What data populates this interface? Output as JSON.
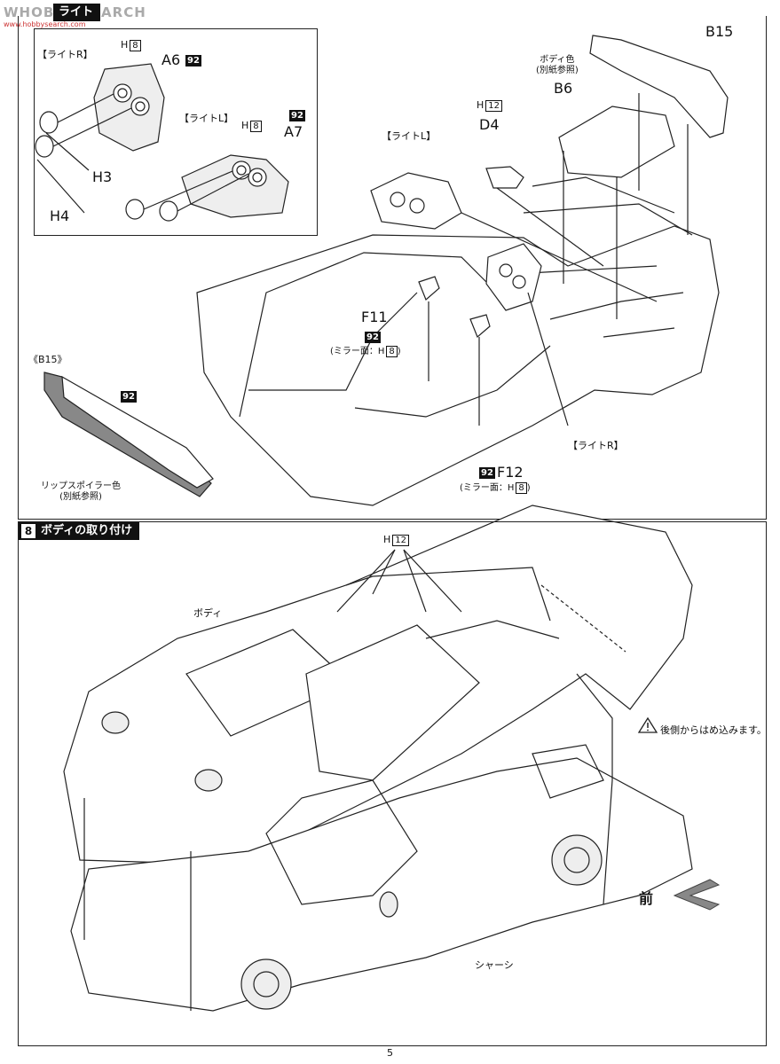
{
  "watermark": {
    "text": "WHOBBY SEARCH",
    "sub": "www.hobbysearch.com"
  },
  "section7": {
    "title_fragment": "ライト",
    "inset": {
      "light_r_label": "【ライトR】",
      "light_l_label": "【ライトL】",
      "h8a": "H",
      "h8a_num": "8",
      "h8b": "H",
      "h8b_num": "8",
      "a6": "A6",
      "a6_color": "92",
      "a7": "A7",
      "a7_color": "92",
      "h3": "H3",
      "h4": "H4"
    },
    "b15": "B15",
    "body_color_note": "ボディ色\n(別紙参照)",
    "b6": "B6",
    "h12": "H",
    "h12_num": "12",
    "d4": "D4",
    "light_l_main": "【ライトL】",
    "light_r_main": "【ライトR】",
    "f11": "F11",
    "f11_color": "92",
    "f11_mirror": "(ミラー面：H",
    "f11_mirror_num": "8",
    "f11_mirror_end": ")",
    "f12": "F12",
    "f12_color": "92",
    "f12_mirror": "(ミラー面：H",
    "f12_mirror_num": "8",
    "f12_mirror_end": ")",
    "b15_detail_label": "《B15》",
    "b15_detail_color": "92",
    "lip_spoiler_note": "リップスポイラー色\n(別紙参照)"
  },
  "section8": {
    "number": "8",
    "title": "ボディの取り付け",
    "h12": "H",
    "h12_num": "12",
    "body_label": "ボディ",
    "caution_note": "後側からはめ込みます。",
    "front_label": "前",
    "chassis_label": "シャーシ"
  },
  "page_number": "5"
}
